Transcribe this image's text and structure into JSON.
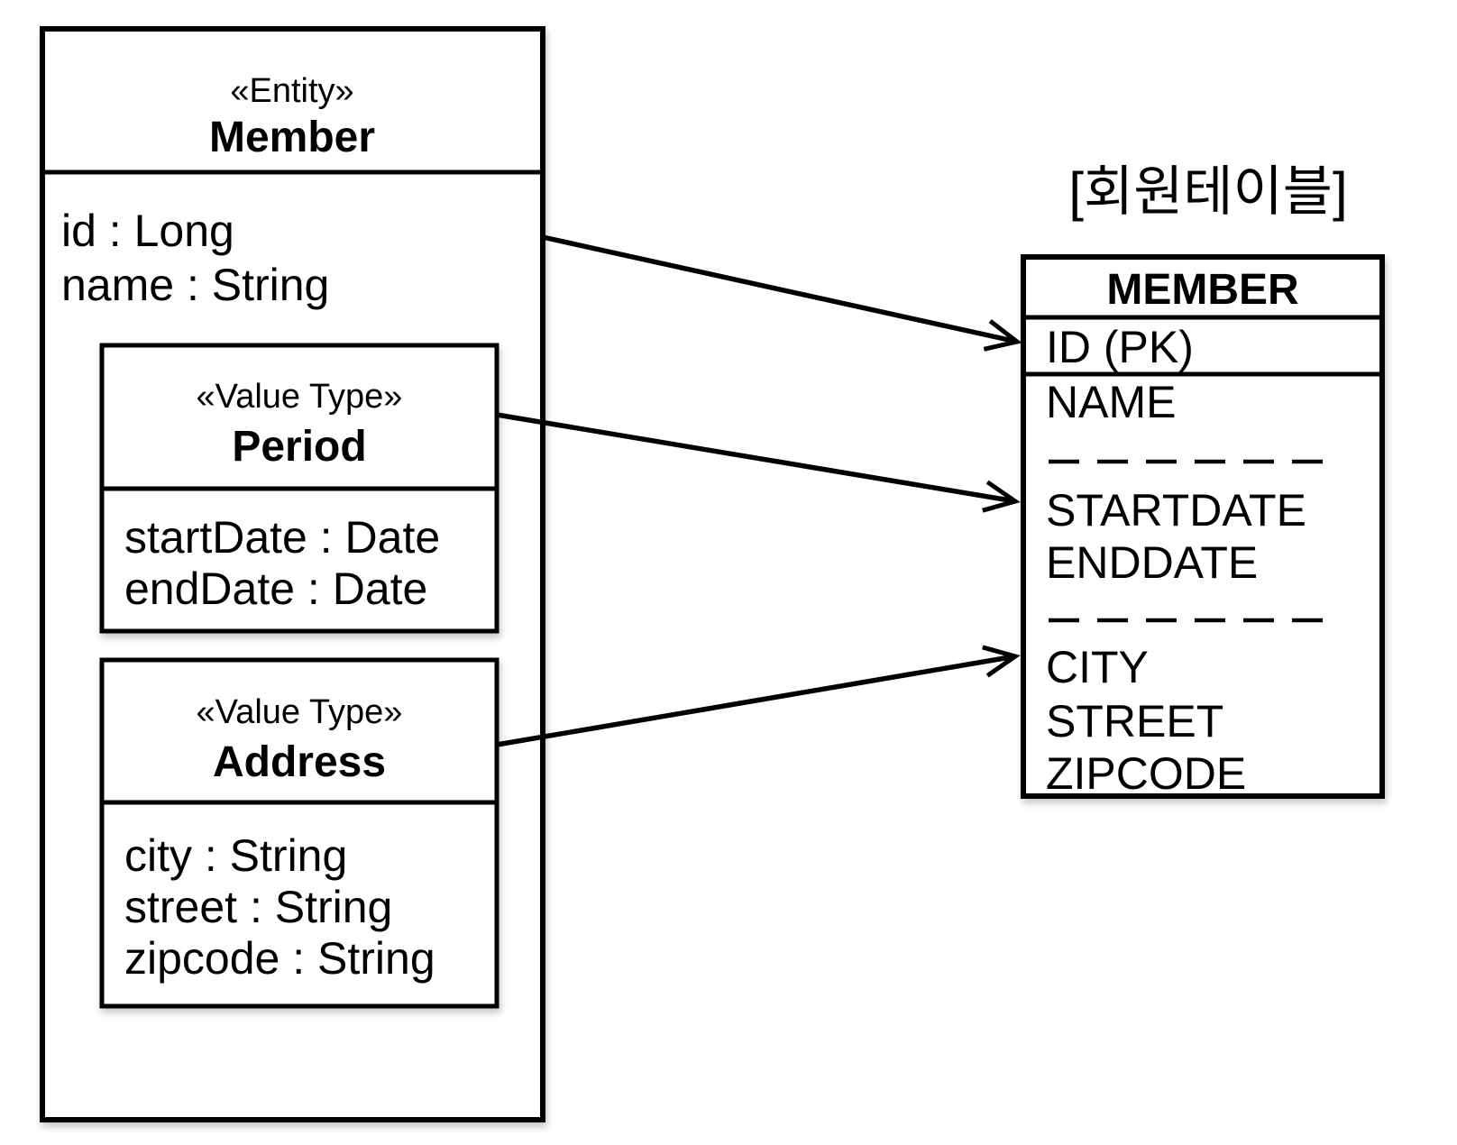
{
  "diagram": {
    "uml": {
      "entity": {
        "stereotype": "«Entity»",
        "name": "Member",
        "attributes": [
          "id : Long",
          "name : String"
        ]
      },
      "value_types": [
        {
          "stereotype": "«Value Type»",
          "name": "Period",
          "attributes": [
            "startDate : Date",
            "endDate : Date"
          ]
        },
        {
          "stereotype": "«Value Type»",
          "name": "Address",
          "attributes": [
            "city : String",
            "street : String",
            "zipcode : String"
          ]
        }
      ]
    },
    "table": {
      "caption": "[회원테이블]",
      "title": "MEMBER",
      "primary_key": "ID (PK)",
      "columns": [
        "NAME",
        "STARTDATE",
        "ENDDATE",
        "CITY",
        "STREET",
        "ZIPCODE"
      ]
    },
    "colors": {
      "stroke": "#000000",
      "background": "#ffffff"
    }
  }
}
